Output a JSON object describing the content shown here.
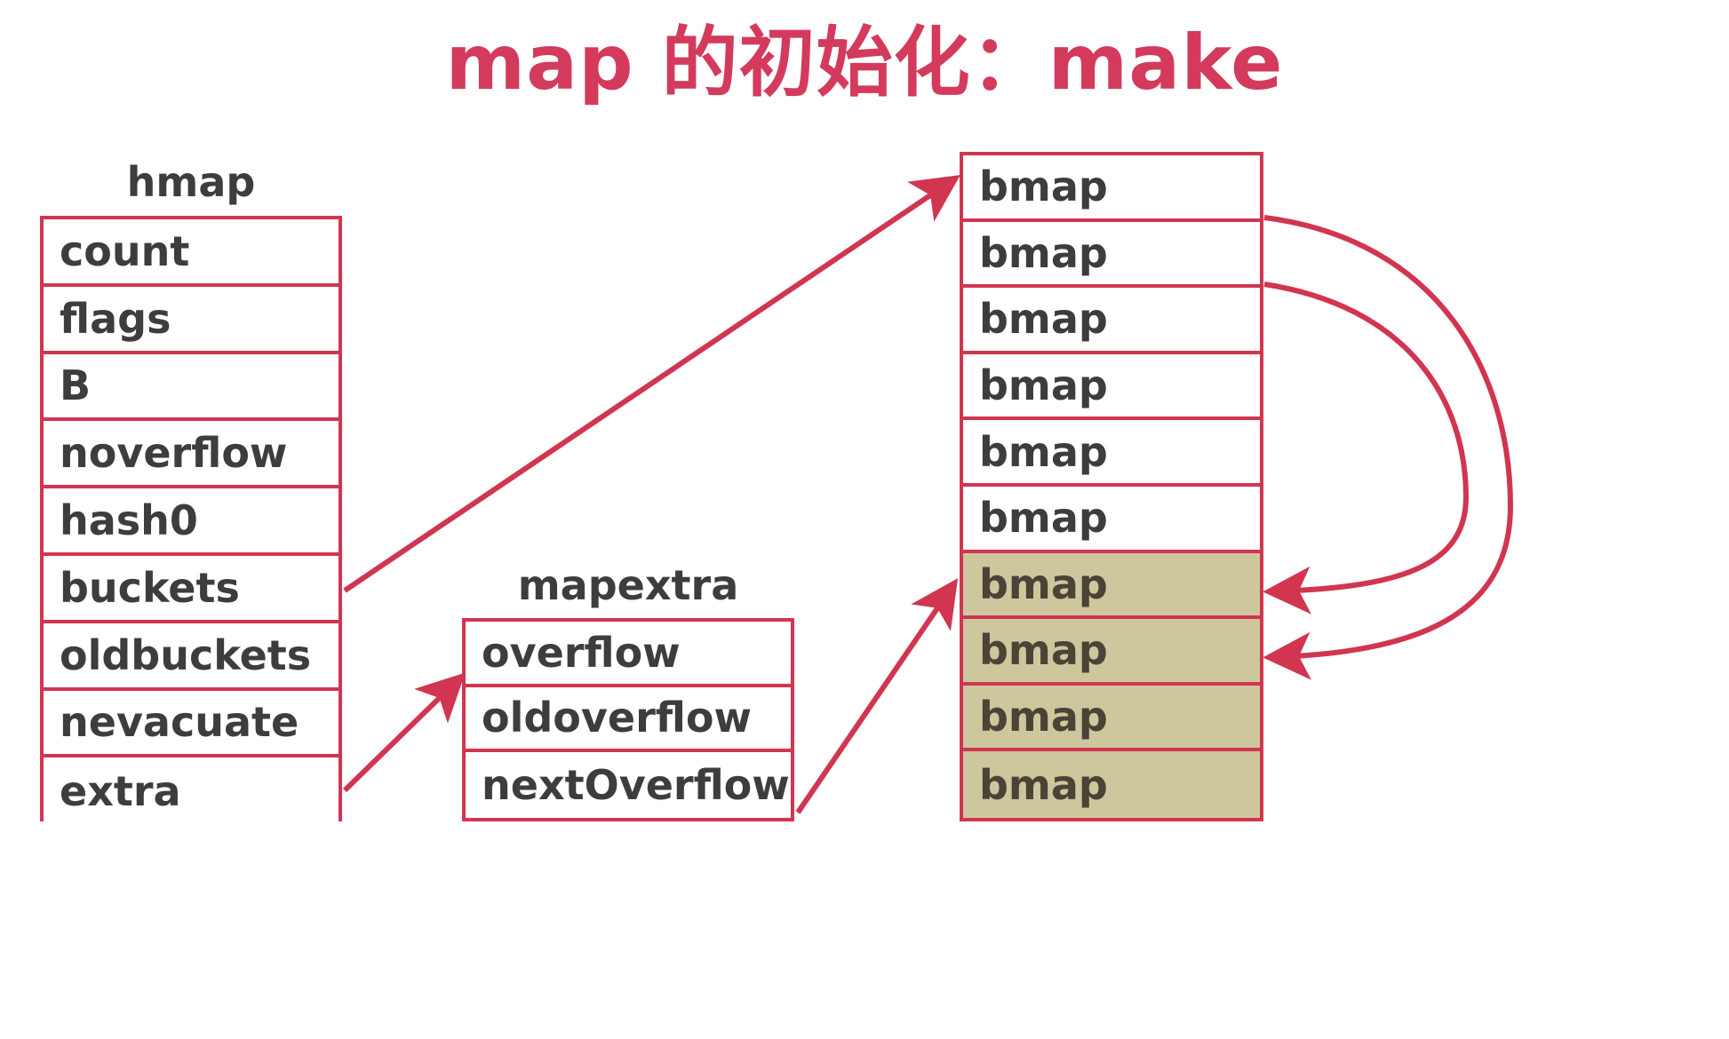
{
  "title": "map 的初始化：make",
  "colors": {
    "accent": "#d1354f",
    "title": "#d43a5c",
    "text": "#3d3d3d",
    "highlight": "#cdc79e",
    "background": "#ffffff"
  },
  "hmap": {
    "label": "hmap",
    "fields": [
      {
        "name": "count"
      },
      {
        "name": "flags"
      },
      {
        "name": "B"
      },
      {
        "name": "noverflow"
      },
      {
        "name": "hash0"
      },
      {
        "name": "buckets"
      },
      {
        "name": "oldbuckets"
      },
      {
        "name": "nevacuate"
      },
      {
        "name": "extra"
      }
    ]
  },
  "mapextra": {
    "label": "mapextra",
    "fields": [
      {
        "name": "overflow"
      },
      {
        "name": "oldoverflow"
      },
      {
        "name": "nextOverflow"
      }
    ]
  },
  "bmaps": {
    "label": "bmap",
    "cells": [
      {
        "name": "bmap",
        "highlighted": false
      },
      {
        "name": "bmap",
        "highlighted": false
      },
      {
        "name": "bmap",
        "highlighted": false
      },
      {
        "name": "bmap",
        "highlighted": false
      },
      {
        "name": "bmap",
        "highlighted": false
      },
      {
        "name": "bmap",
        "highlighted": false
      },
      {
        "name": "bmap",
        "highlighted": true
      },
      {
        "name": "bmap",
        "highlighted": true
      },
      {
        "name": "bmap",
        "highlighted": true
      },
      {
        "name": "bmap",
        "highlighted": true
      }
    ]
  },
  "arrows": [
    {
      "id": "buckets-to-bmap0",
      "from": "hmap.buckets",
      "to": "bmap.0",
      "style": "straight"
    },
    {
      "id": "extra-to-mapextra",
      "from": "hmap.extra",
      "to": "mapextra.overflow",
      "style": "straight"
    },
    {
      "id": "nextoverflow-to-bmap6",
      "from": "mapextra.nextOverflow",
      "to": "bmap.6",
      "style": "straight"
    },
    {
      "id": "bmap0-to-bmap7",
      "from": "bmap.0",
      "to": "bmap.7",
      "style": "curve-outer"
    },
    {
      "id": "bmap1-to-bmap6",
      "from": "bmap.1",
      "to": "bmap.6",
      "style": "curve-inner"
    }
  ]
}
